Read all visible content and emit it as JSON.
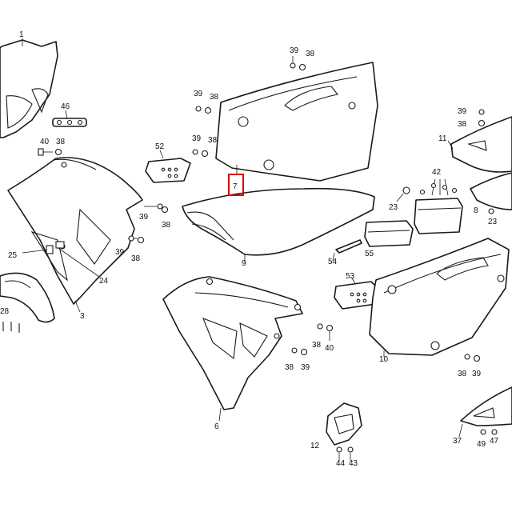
{
  "highlight": {
    "label": "7",
    "color": "#d40000"
  },
  "callouts": {
    "p1": "1",
    "p3": "3",
    "p6": "6",
    "p8": "8",
    "p9": "9",
    "p10": "10",
    "p11": "11",
    "p12": "12",
    "p23a": "23",
    "p23b": "23",
    "p24": "24",
    "p25": "25",
    "p28": "28",
    "p37": "37",
    "p38a": "38",
    "p38b": "38",
    "p38c": "38",
    "p38d": "38",
    "p38e": "38",
    "p38f": "38",
    "p38g": "38",
    "p38h": "38",
    "p38i": "38",
    "p38j": "38",
    "p39a": "39",
    "p39b": "39",
    "p39c": "39",
    "p39d": "39",
    "p39e": "39",
    "p39f": "39",
    "p39g": "39",
    "p39h": "39",
    "p40a": "40",
    "p40b": "40",
    "p42": "42",
    "p43": "43",
    "p44": "44",
    "p46": "46",
    "p47": "47",
    "p49": "49",
    "p52": "52",
    "p53": "53",
    "p54": "54",
    "p55": "55"
  }
}
